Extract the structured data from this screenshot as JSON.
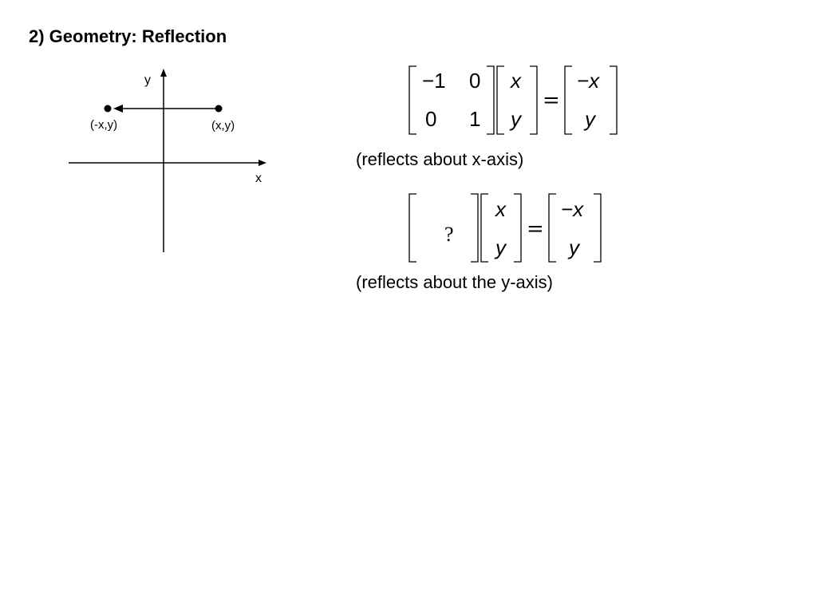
{
  "slide": {
    "title": "2) Geometry: Reflection",
    "foreground": "#000000",
    "background": "#ffffff"
  },
  "diagram": {
    "y_axis_label": "y",
    "x_axis_label": "x",
    "point_reflected_label": "(-x,y)",
    "point_original_label": "(x,y)"
  },
  "equation1": {
    "matrix": [
      [
        "−1",
        "0"
      ],
      [
        "0",
        "1"
      ]
    ],
    "vector": [
      "x",
      "y"
    ],
    "equals": "=",
    "result": [
      "−x",
      "y"
    ],
    "note": "(reflects about x-axis)"
  },
  "equation2": {
    "matrix_placeholder": "?",
    "vector": [
      "x",
      "y"
    ],
    "equals": "=",
    "result": [
      "−x",
      "y"
    ],
    "note": "(reflects about the y-axis)"
  }
}
